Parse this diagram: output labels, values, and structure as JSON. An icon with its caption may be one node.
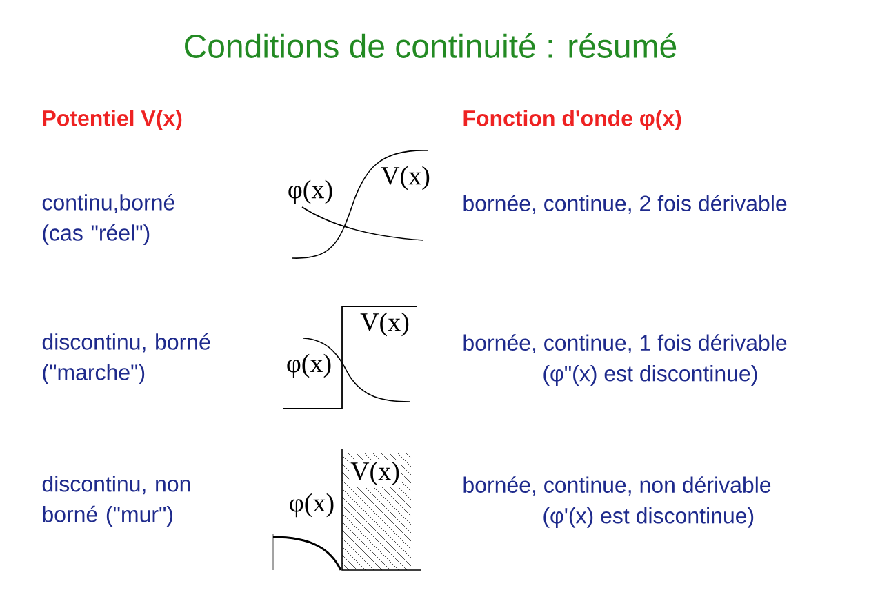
{
  "diagram": {
    "title": "Conditions de continuité : résumé",
    "labels": [
      "Potentiel V(x)",
      "Fonction d'onde φ(x)",
      "continu,borné (cas \"réel\")",
      "φ(x)",
      "V(x)",
      "bornée, continue, 2 fois dérivable",
      "discontinu, borné (\"marche\")",
      "φ(x)",
      "V(x)",
      "bornée, continue, 1 fois dérivable",
      "(φ\"(x) est discontinue)",
      "discontinu, non borné (\"mur\")",
      "φ(x)",
      "V(x)",
      "bornée, continue, non dérivable",
      "(φ'(x) est discontinue)"
    ]
  }
}
